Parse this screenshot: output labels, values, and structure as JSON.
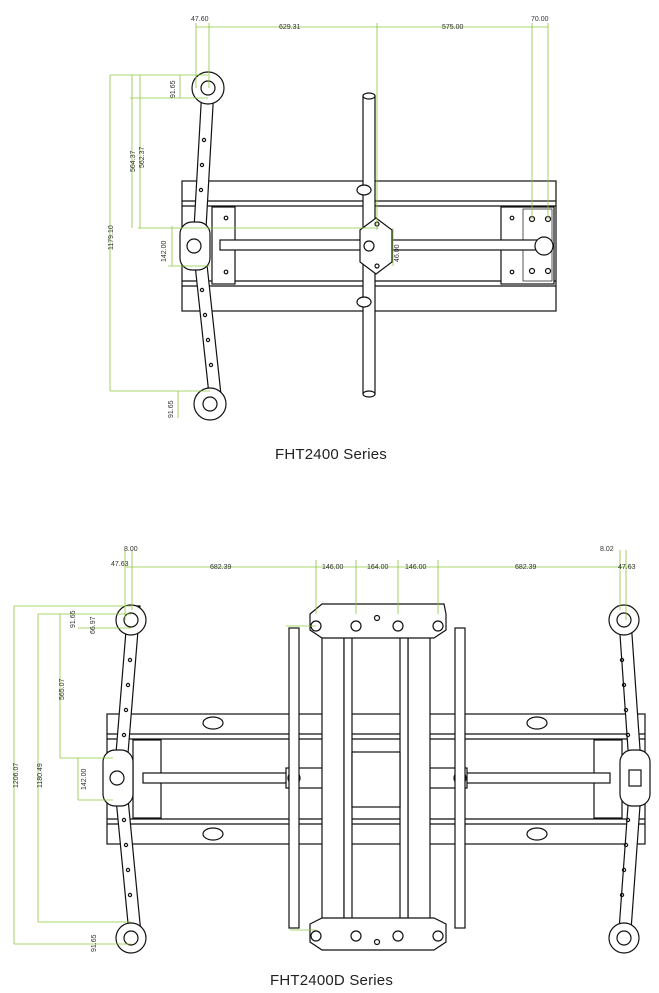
{
  "captions": {
    "top": "FHT2400 Series",
    "bottom": "FHT2400D Series"
  },
  "top_dims": {
    "d1": "47.60",
    "d2": "629.31",
    "d3": "575.00",
    "d4": "70.00",
    "d5": "91.65",
    "d6": "564.37",
    "d7": "562.37",
    "d8": "1179.10",
    "d9": "142.00",
    "d10": "46.00",
    "d11": "91.65"
  },
  "bottom_dims": {
    "d1": "8.00",
    "d2": "47.63",
    "d3": "682.39",
    "d4": "146.00",
    "d5": "164.00",
    "d6": "146.00",
    "d7": "682.39",
    "d8": "8.02",
    "d9": "47.63",
    "d10": "91.65",
    "d11": "66.97",
    "d12": "565.07",
    "d13": "1206.07",
    "d14": "1180.49",
    "d15": "142.00",
    "d16": "91.65"
  },
  "colors": {
    "dimension": "#8cc63f",
    "line": "#111111"
  }
}
